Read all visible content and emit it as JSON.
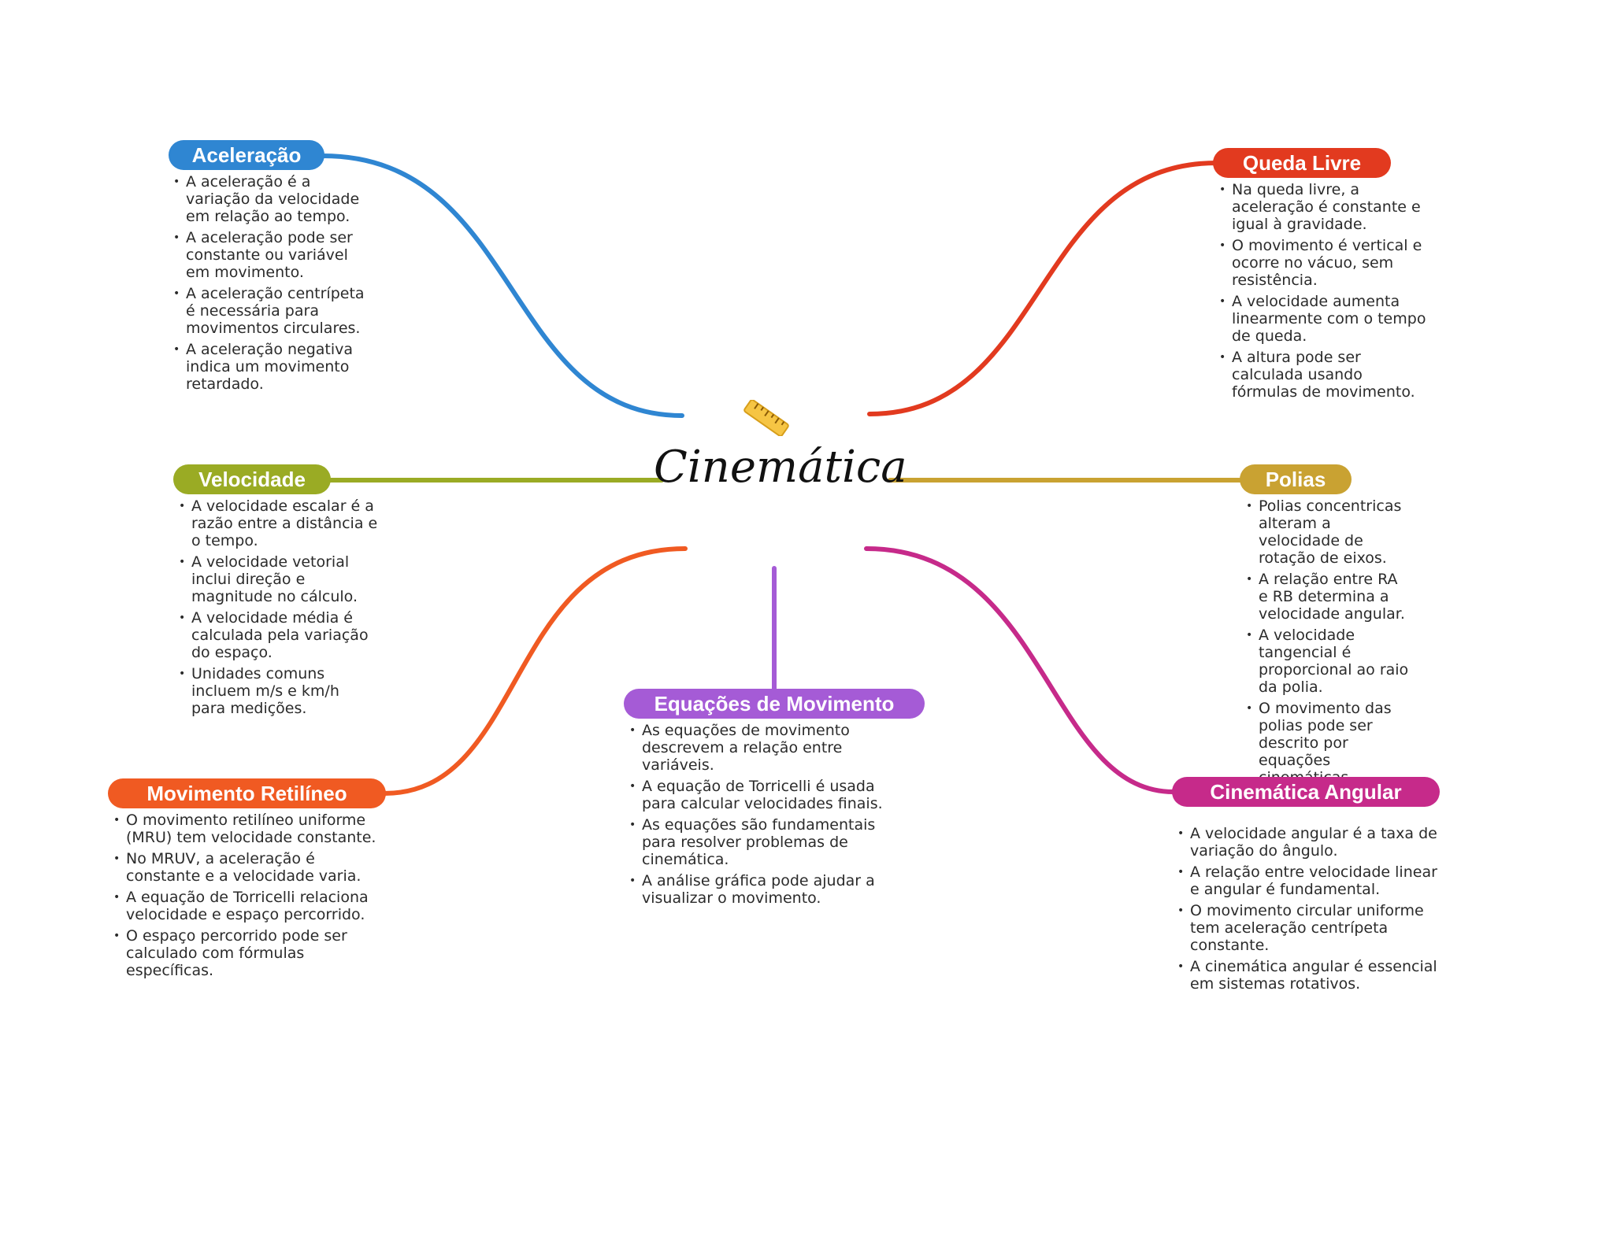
{
  "center": {
    "title": "Cinemática",
    "icon": "ruler-icon"
  },
  "colors": {
    "aceleracao": "#2f86d2",
    "velocidade": "#9aab24",
    "movimento_retilineo": "#f05a22",
    "equacoes": "#a55bd6",
    "queda_livre": "#e23a1f",
    "polias": "#c9a232",
    "cinematica_angular": "#c62a8a"
  },
  "branches": {
    "aceleracao": {
      "label": "Aceleração",
      "items": [
        "A aceleração é a variação da velocidade em relação ao tempo.",
        "A aceleração pode ser constante ou variável em movimento.",
        "A aceleração centrípeta é necessária para movimentos circulares.",
        "A aceleração negativa indica um movimento retardado."
      ]
    },
    "velocidade": {
      "label": "Velocidade",
      "items": [
        "A velocidade escalar é a razão entre a distância e o tempo.",
        "A velocidade vetorial inclui direção e magnitude no cálculo.",
        "A velocidade média é calculada pela variação do espaço.",
        "Unidades comuns incluem m/s e km/h para medições."
      ]
    },
    "movimento_retilineo": {
      "label": "Movimento Retilíneo",
      "items": [
        "O movimento retilíneo uniforme (MRU) tem velocidade constante.",
        "No MRUV, a aceleração é constante e a velocidade varia.",
        "A equação de Torricelli relaciona velocidade e espaço percorrido.",
        "O espaço percorrido pode ser calculado com fórmulas específicas."
      ]
    },
    "equacoes": {
      "label": "Equações de Movimento",
      "items": [
        "As equações de movimento descrevem a relação entre variáveis.",
        "A equação de Torricelli é usada para calcular velocidades finais.",
        "As equações são fundamentais para resolver problemas de cinemática.",
        "A análise gráfica pode ajudar a visualizar o movimento."
      ]
    },
    "queda_livre": {
      "label": "Queda Livre",
      "items": [
        "Na queda livre, a aceleração é constante e igual à gravidade.",
        "O movimento é vertical e ocorre no vácuo, sem resistência.",
        "A velocidade aumenta linearmente com o tempo de queda.",
        "A altura pode ser calculada usando fórmulas de movimento."
      ]
    },
    "polias": {
      "label": "Polias",
      "items": [
        "Polias concentricas alteram a velocidade de rotação de eixos.",
        "A relação entre RA e RB determina a velocidade angular.",
        "A velocidade tangencial é proporcional ao raio da polia.",
        "O movimento das polias pode ser descrito por equações cinemáticas."
      ]
    },
    "cinematica_angular": {
      "label": "Cinemática Angular",
      "items": [
        "A velocidade angular é a taxa de variação do ângulo.",
        "A relação entre velocidade linear e angular é fundamental.",
        "O movimento circular uniforme tem aceleração centrípeta constante.",
        "A cinemática angular é essencial em sistemas rotativos."
      ]
    }
  }
}
